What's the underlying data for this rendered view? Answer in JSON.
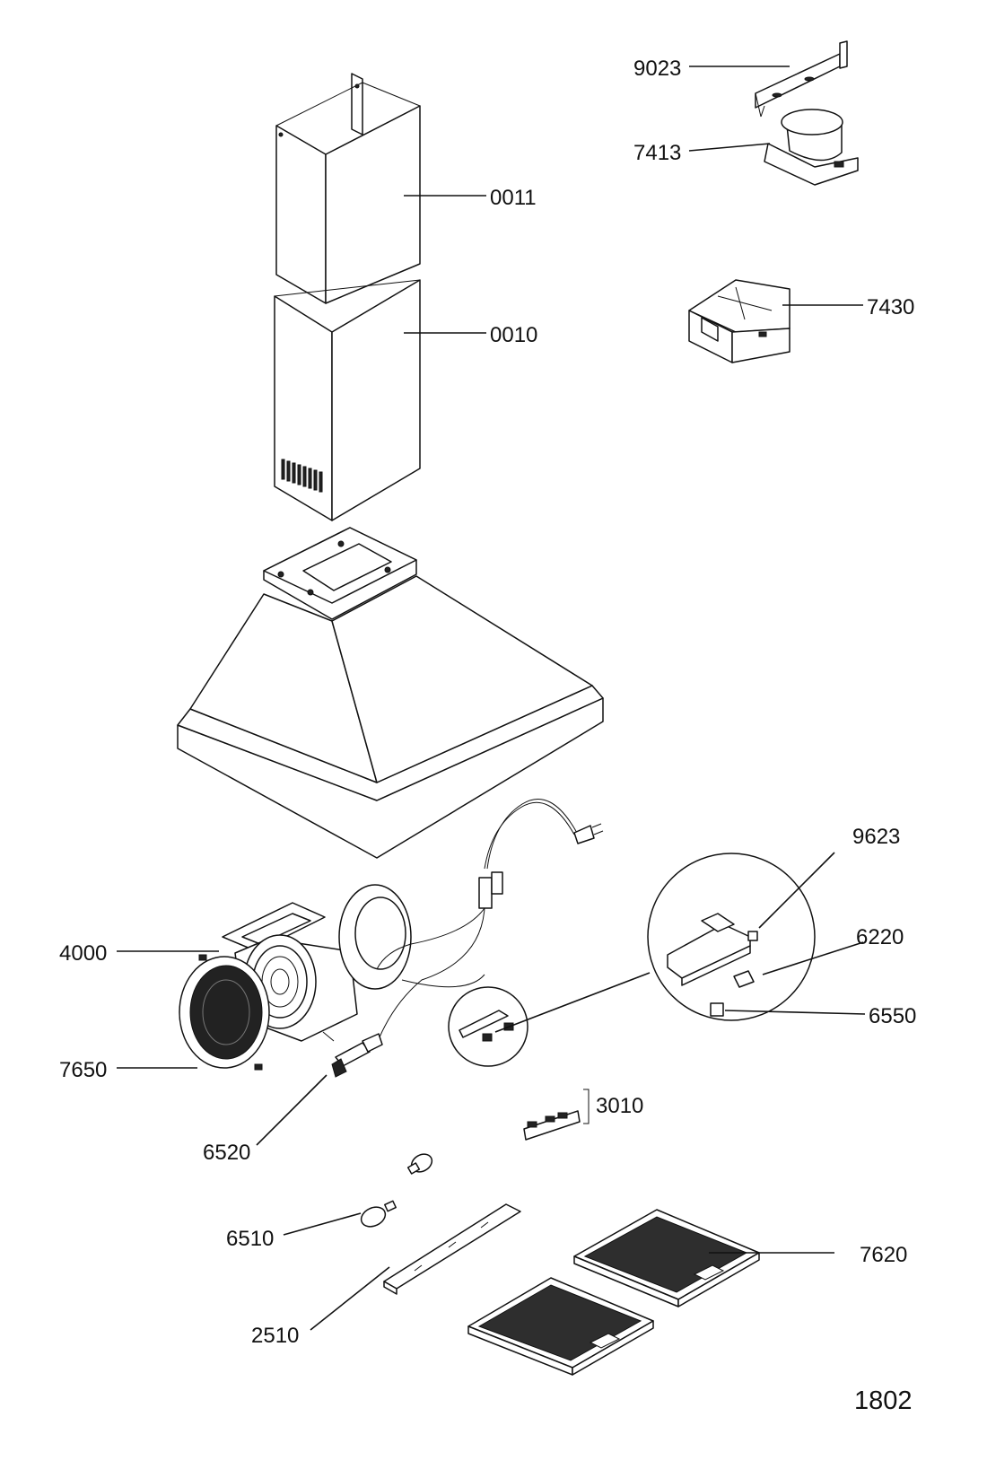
{
  "labels": {
    "p0011": "0011",
    "p0010": "0010",
    "p9023": "9023",
    "p7413": "7413",
    "p7430": "7430",
    "p9623": "9623",
    "p6220": "6220",
    "p6550": "6550",
    "p4000": "4000",
    "p7650": "7650",
    "p6520": "6520",
    "p3010": "3010",
    "p6510": "6510",
    "p2510": "2510",
    "p7620": "7620"
  },
  "reference": "1802"
}
